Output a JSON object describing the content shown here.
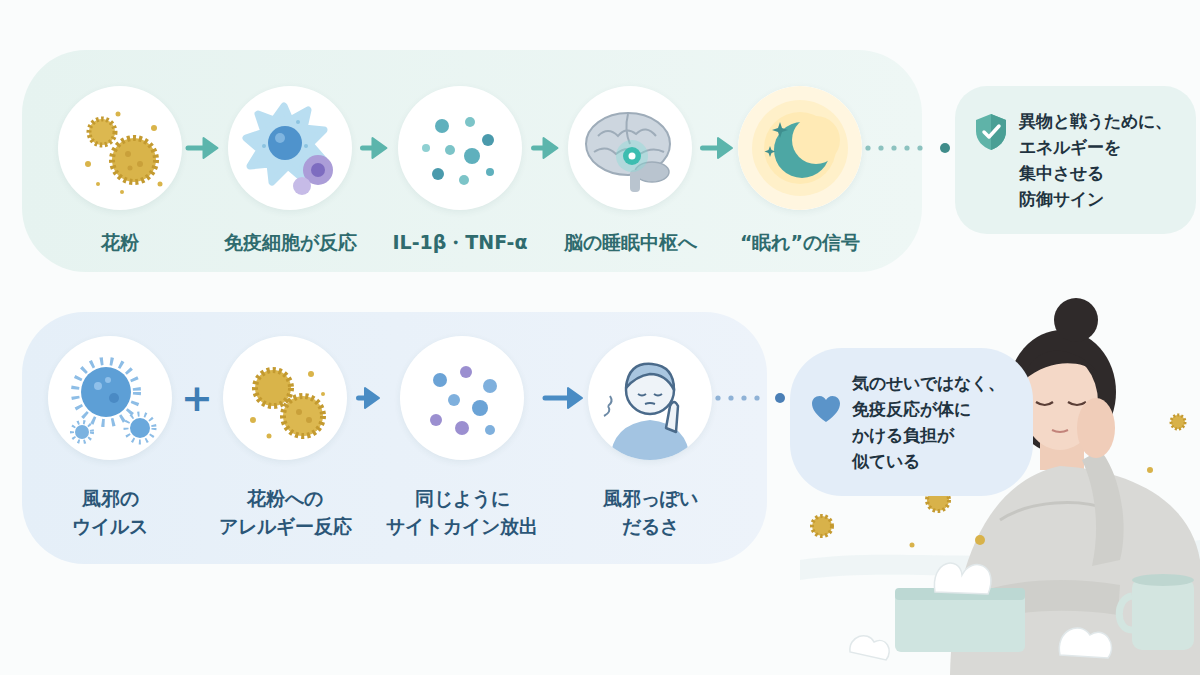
{
  "diagram": {
    "nodes": [
      {
        "text": [
          "花粉"
        ]
      },
      {
        "text": [
          "免疫細胞が反応"
        ]
      },
      {
        "text": [
          "IL-1β・TNF-α"
        ]
      },
      {
        "text": [
          "脳の睡眠中枢へ"
        ]
      },
      {
        "text": [
          "“眠れ”の信号"
        ]
      },
      {
        "text": [
          "異物と戦うために、 エネルギーを 集中させる 防御サイン"
        ]
      },
      {
        "text": [
          "風邪の ウイルス"
        ]
      },
      {
        "text": [
          "花粉への アレルギー反応"
        ]
      },
      {
        "text": [
          "同じように サイトカイン放出"
        ]
      },
      {
        "text": [
          "風邪っぽい だるさ"
        ]
      },
      {
        "text": [
          "気のせいではなく、 免疫反応が体に かける負担が 似ている"
        ]
      }
    ],
    "edges": [
      {
        "from": 0,
        "to": 1,
        "arrow": "to"
      },
      {
        "from": 1,
        "to": 2,
        "arrow": "to"
      },
      {
        "from": 2,
        "to": 3,
        "arrow": "to"
      },
      {
        "from": 3,
        "to": 4,
        "arrow": "to"
      },
      {
        "from": 4,
        "to": 5,
        "arrow": "none"
      },
      {
        "from": 7,
        "to": 8,
        "arrow": "to"
      },
      {
        "from": 8,
        "to": 9,
        "arrow": "to"
      },
      {
        "from": 9,
        "to": 10,
        "arrow": "none"
      }
    ],
    "labels": [
      "+"
    ]
  }
}
